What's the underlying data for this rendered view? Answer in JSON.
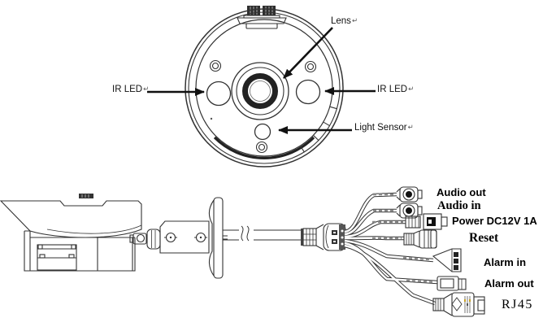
{
  "colors": {
    "line": "#333333",
    "dark": "#222222",
    "label": "#000000",
    "background": "#ffffff"
  },
  "front_view": {
    "lens_label": {
      "text": "Lens",
      "mark": "↵"
    },
    "ir_led_left_label": {
      "text": "IR LED",
      "mark": "↵"
    },
    "ir_led_right_label": {
      "text": "IR LED",
      "mark": "↵"
    },
    "light_sensor_label": {
      "text": "Light Sensor",
      "mark": "↵"
    }
  },
  "cable_view": {
    "audio_out_label": "Audio out",
    "audio_in_label": "Audio in",
    "power_label": "Power DC12V 1A",
    "reset_label": "Reset",
    "alarm_in_label": "Alarm in",
    "alarm_out_label": "Alarm out",
    "rj45_label": "RJ45"
  }
}
